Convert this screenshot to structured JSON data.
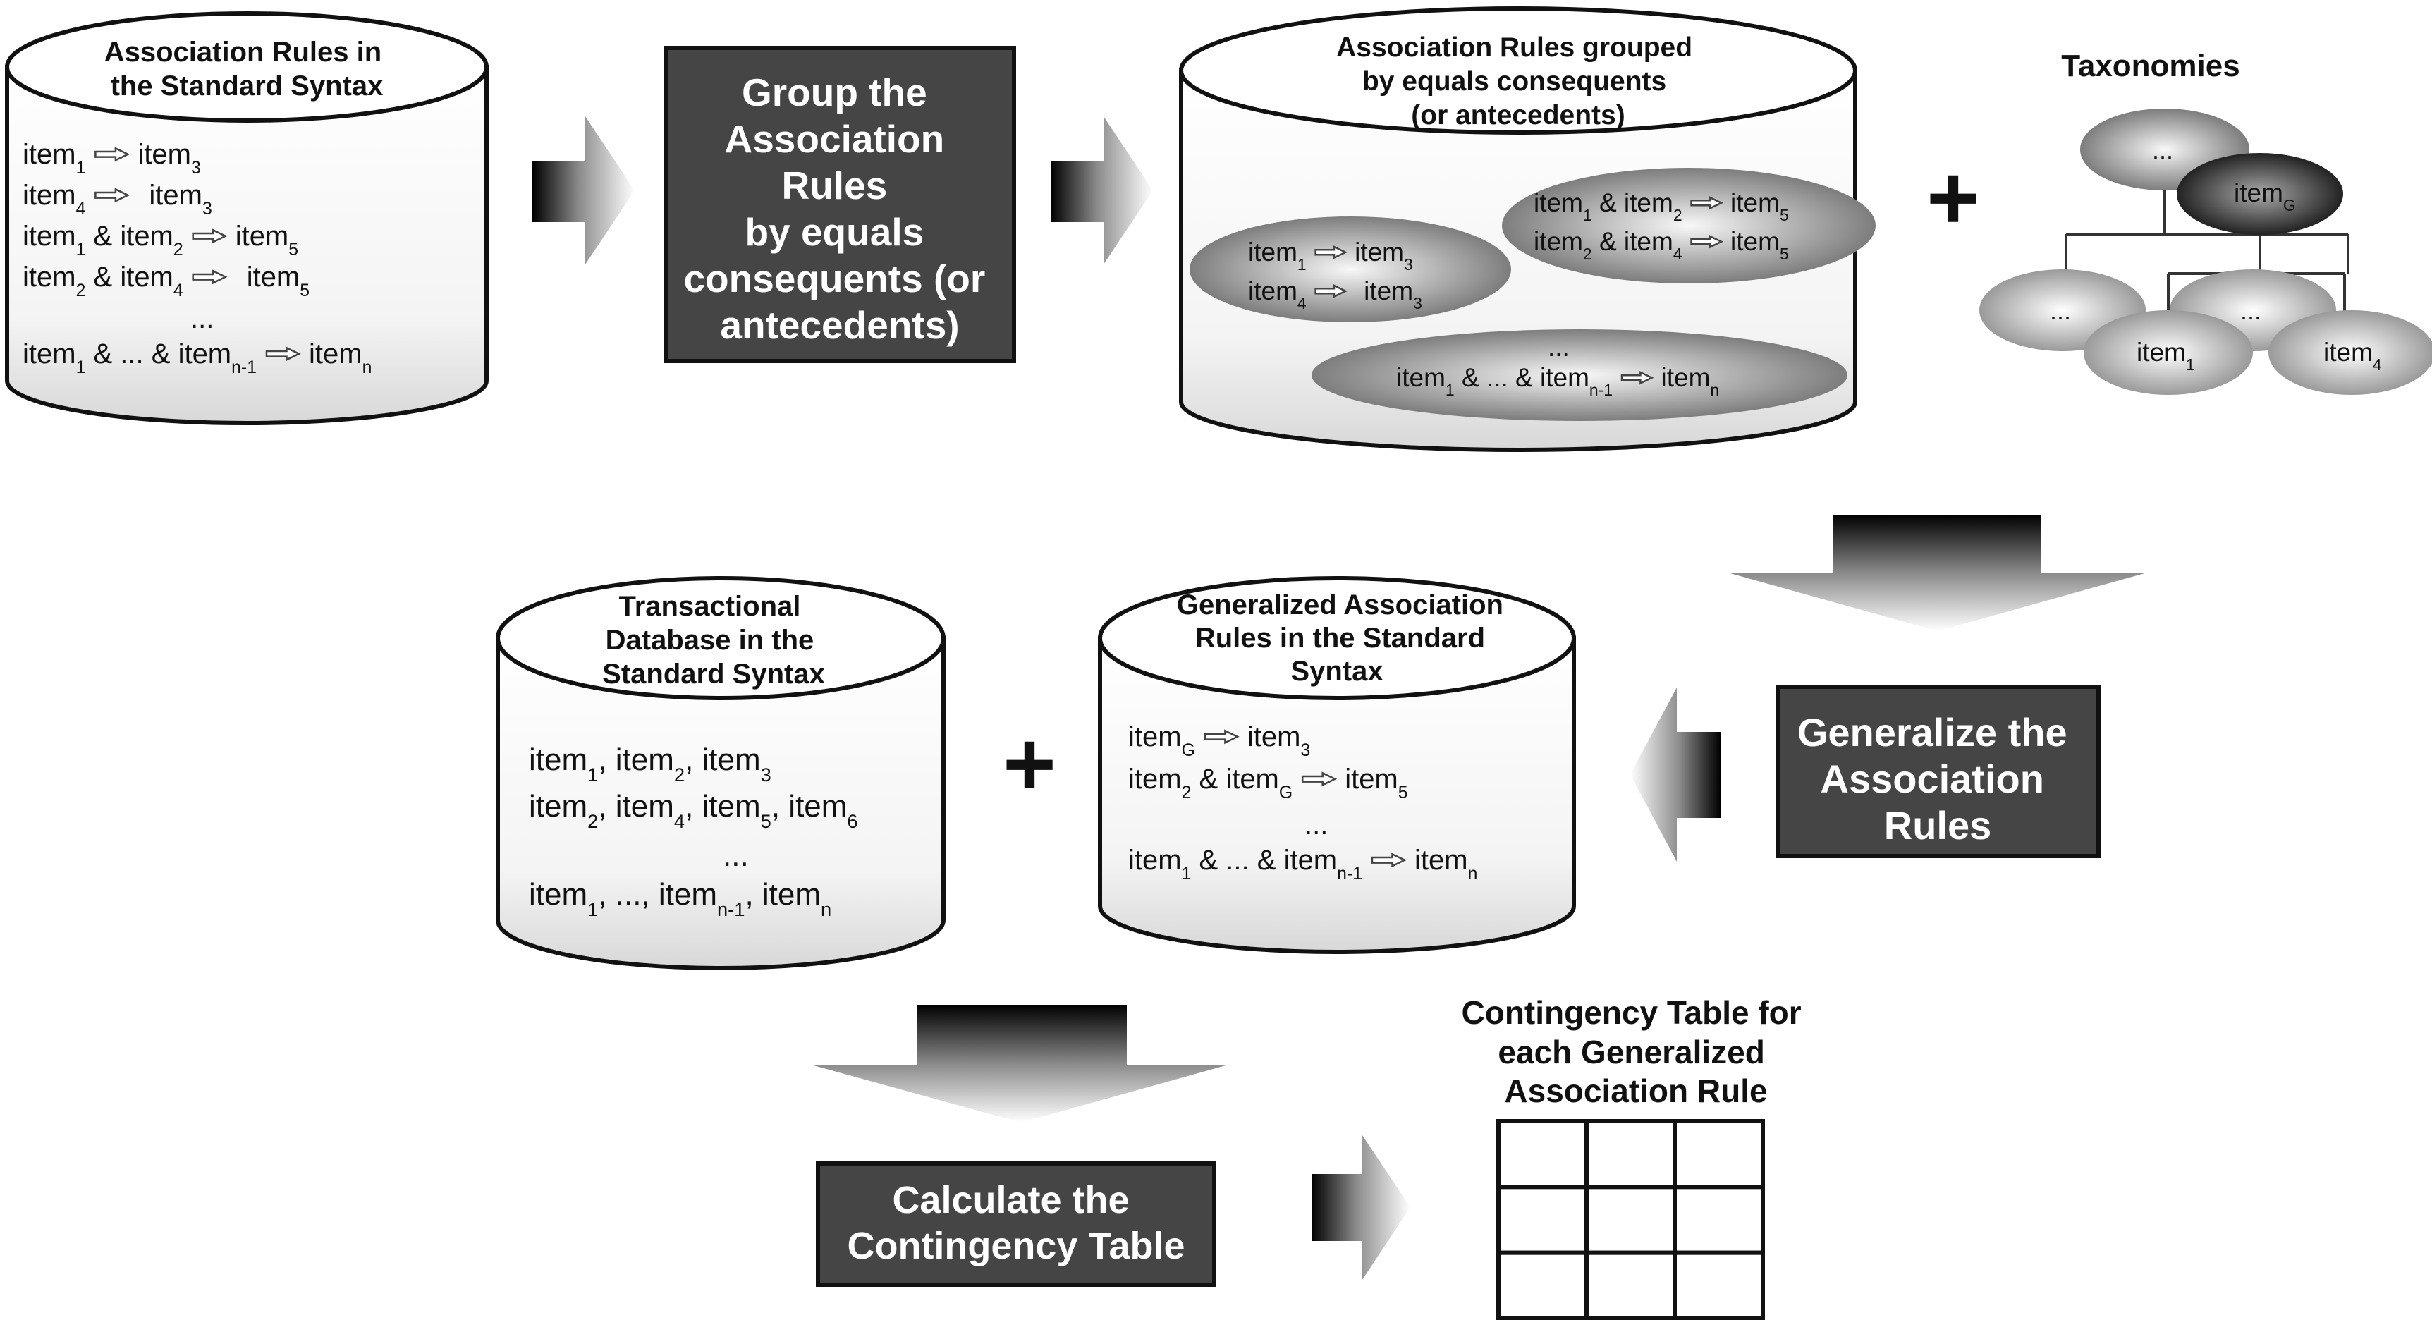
{
  "db_rules": {
    "title": [
      "Association Rules in",
      "the Standard Syntax"
    ],
    "ellipsis": "..."
  },
  "group_step": {
    "lines": [
      "Group the",
      "Association",
      "Rules",
      "by equals",
      "consequents (or",
      "antecedents)"
    ]
  },
  "db_grouped": {
    "title": [
      "Association Rules grouped",
      "by equals consequents",
      "(or antecedents)"
    ],
    "ellipsis": "..."
  },
  "taxonomies": {
    "title": "Taxonomies",
    "node_ellipsis": "..."
  },
  "generalize_step": {
    "lines": [
      "Generalize the",
      "Association",
      "Rules"
    ]
  },
  "db_transactional": {
    "title": [
      "Transactional",
      "Database in the",
      "Standard Syntax"
    ],
    "ellipsis": "..."
  },
  "db_generalized": {
    "title": [
      "Generalized Association",
      "Rules in the Standard",
      "Syntax"
    ],
    "ellipsis": "..."
  },
  "calculate_step": {
    "lines": [
      "Calculate the",
      "Contingency Table"
    ]
  },
  "contingency": {
    "title": [
      "Contingency Table for",
      "each Generalized",
      "Association Rule"
    ],
    "rows": 3,
    "cols": 3
  },
  "tokens": {
    "item": "item",
    "and": "&",
    "and_dots": "& ... &",
    "comma": ",",
    "comma_dots": ", ...,",
    "plus": "+",
    "sub": {
      "one": "1",
      "two": "2",
      "three": "3",
      "four": "4",
      "five": "5",
      "six": "6",
      "n": "n",
      "n_minus_1": "n-1",
      "g": "G"
    }
  },
  "colors": {
    "box_fill": "#454545",
    "box_border": "#111111",
    "stroke": "#111111"
  }
}
